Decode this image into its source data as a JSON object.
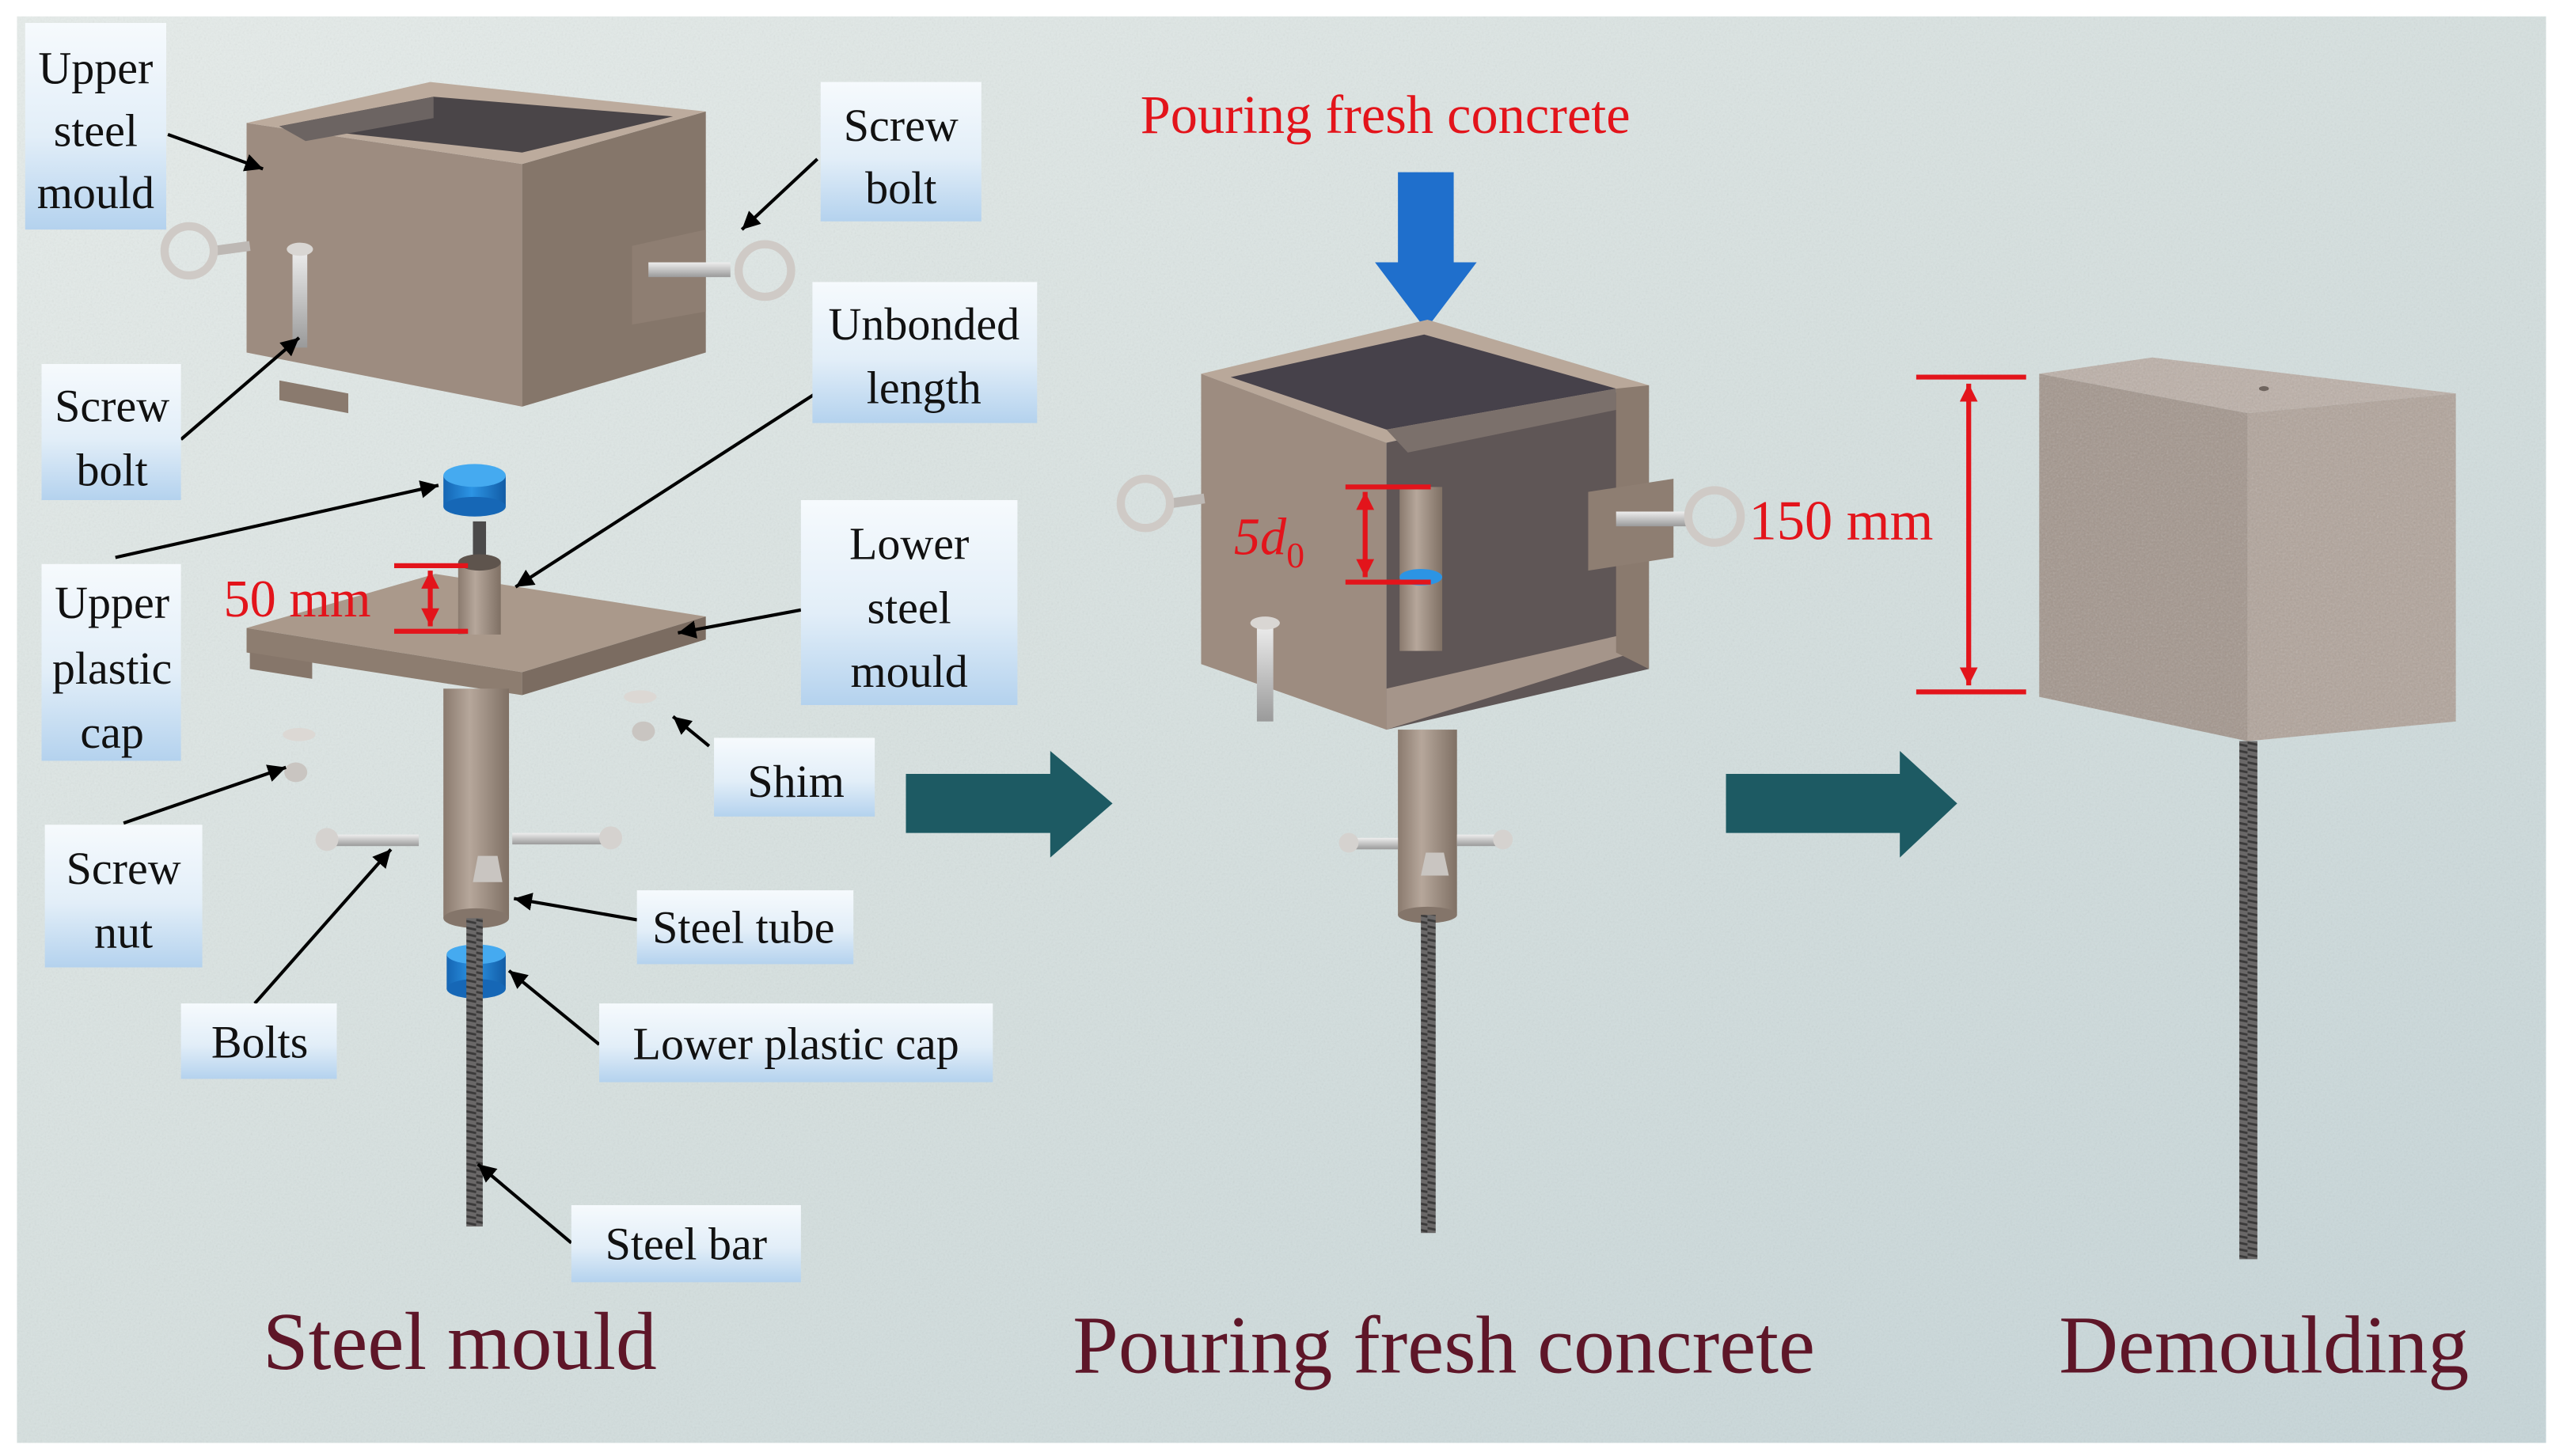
{
  "labels": {
    "upper_steel_mould": [
      "Upper",
      "steel",
      "mould"
    ],
    "screw_bolt_right": [
      "Screw",
      "bolt"
    ],
    "unbonded_length": [
      "Unbonded",
      "length"
    ],
    "screw_bolt_left": [
      "Screw",
      "bolt"
    ],
    "upper_plastic_cap": [
      "Upper",
      "plastic",
      "cap"
    ],
    "lower_steel_mould": [
      "Lower",
      "steel",
      "mould"
    ],
    "shim": "Shim",
    "screw_nut": [
      "Screw",
      "nut"
    ],
    "steel_tube": "Steel tube",
    "bolts": "Bolts",
    "lower_plastic_cap": "Lower plastic cap",
    "steel_bar": "Steel bar"
  },
  "dimensions": {
    "unbonded": "50 mm",
    "embed": {
      "coef": "5",
      "symbol": "d",
      "subscript": "0"
    },
    "cube_side": "150 mm"
  },
  "pour_label": "Pouring fresh concrete",
  "captions": {
    "step1": "Steel mould",
    "step2": "Pouring fresh concrete",
    "step3": "Demoulding"
  },
  "colors": {
    "annotation_red": "#e3141b",
    "caption": "#5e1628",
    "process_arrow": "#1d5a63",
    "pour_arrow": "#1f6fcc",
    "plastic_cap": "#1f7fd0",
    "steel": "#9d8c80",
    "concrete": "#aa9d94"
  }
}
